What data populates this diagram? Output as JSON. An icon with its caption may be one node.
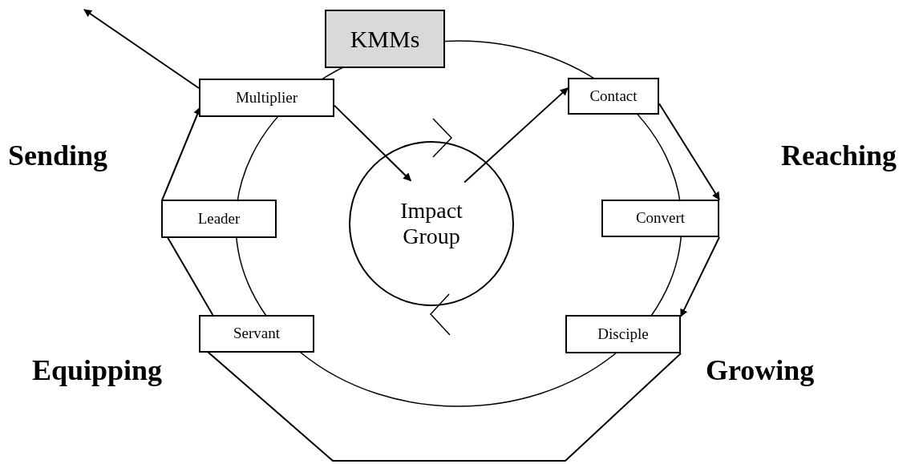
{
  "diagram": {
    "nodes": [
      {
        "text": [
          "KMMs"
        ]
      },
      {
        "text": [
          "Multiplier"
        ]
      },
      {
        "text": [
          "Contact"
        ]
      },
      {
        "text": [
          "Impact Group"
        ]
      },
      {
        "text": [
          "Leader"
        ]
      },
      {
        "text": [
          "Convert"
        ]
      },
      {
        "text": [
          "Servant"
        ]
      },
      {
        "text": [
          "Disciple"
        ]
      }
    ],
    "edges": [
      {
        "from": 1,
        "to": null,
        "arrow": "to"
      },
      {
        "from": 1,
        "to": 3,
        "arrow": "to"
      },
      {
        "from": 3,
        "to": 2,
        "arrow": "to"
      },
      {
        "from": 2,
        "to": 5,
        "arrow": "to"
      },
      {
        "from": 5,
        "to": 7,
        "arrow": "to"
      },
      {
        "from": 7,
        "to": 6,
        "arrow": "to"
      },
      {
        "from": 6,
        "to": 4,
        "arrow": "to"
      },
      {
        "from": 4,
        "to": 1,
        "arrow": "to"
      }
    ],
    "labels": [
      "Sending",
      "Reaching",
      "Equipping",
      "Growing"
    ]
  }
}
